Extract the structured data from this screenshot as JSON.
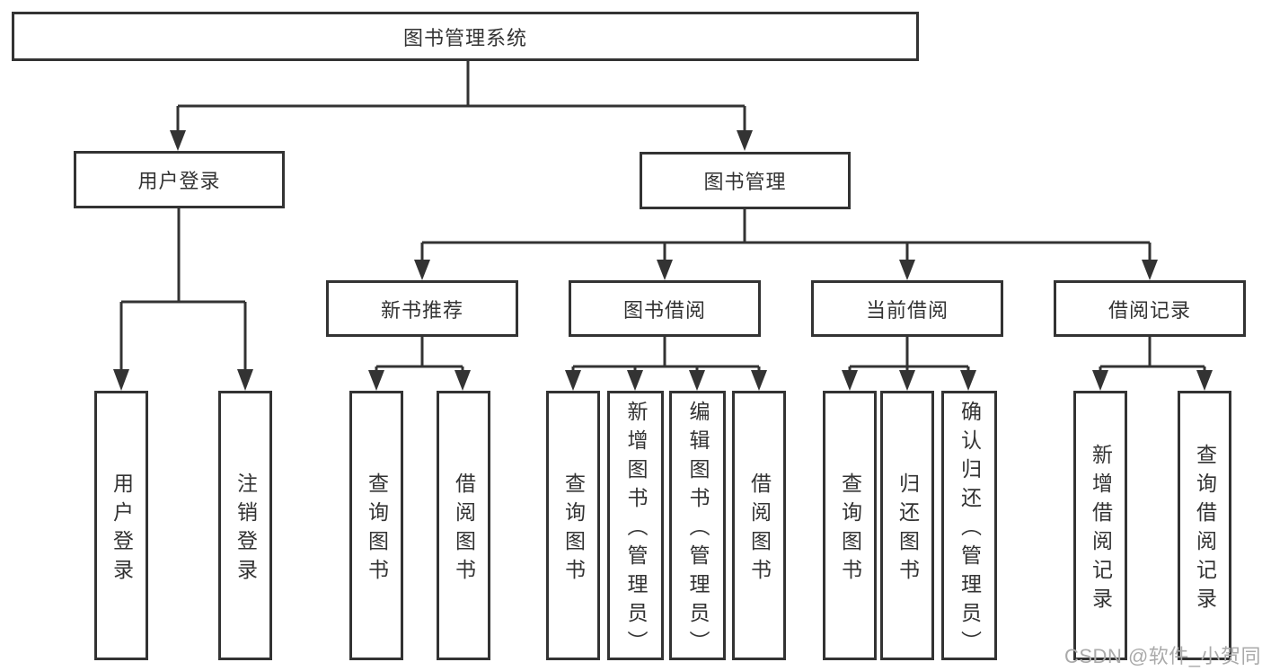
{
  "diagram": {
    "title": "图书管理系统",
    "level2": {
      "user_login": "用户登录",
      "book_management": "图书管理"
    },
    "level3": {
      "new_book_recommend": "新书推荐",
      "book_borrowing": "图书借阅",
      "current_borrowing": "当前借阅",
      "borrowing_records": "借阅记录"
    },
    "leaves": {
      "user_login": "用户登录",
      "logout_login": "注销登录",
      "nb_query_books": "查询图书",
      "nb_borrow_books": "借阅图书",
      "bb_query_books": "查询图书",
      "bb_add_books": "新增图书（管理员）",
      "bb_edit_books": "编辑图书（管理员）",
      "bb_borrow_books": "借阅图书",
      "cb_query_books": "查询图书",
      "cb_return_books": "归还图书",
      "cb_confirm_return": "确认归还（管理员）",
      "br_add_record": "新增借阅记录",
      "br_query_record": "查询借阅记录"
    }
  },
  "watermark": "CSDN @软件_小贺同学",
  "colors": {
    "line": "#333333",
    "box_border": "#333333",
    "box_fill": "#ffffff",
    "text": "#333333",
    "watermark": "#aaaaaa"
  }
}
